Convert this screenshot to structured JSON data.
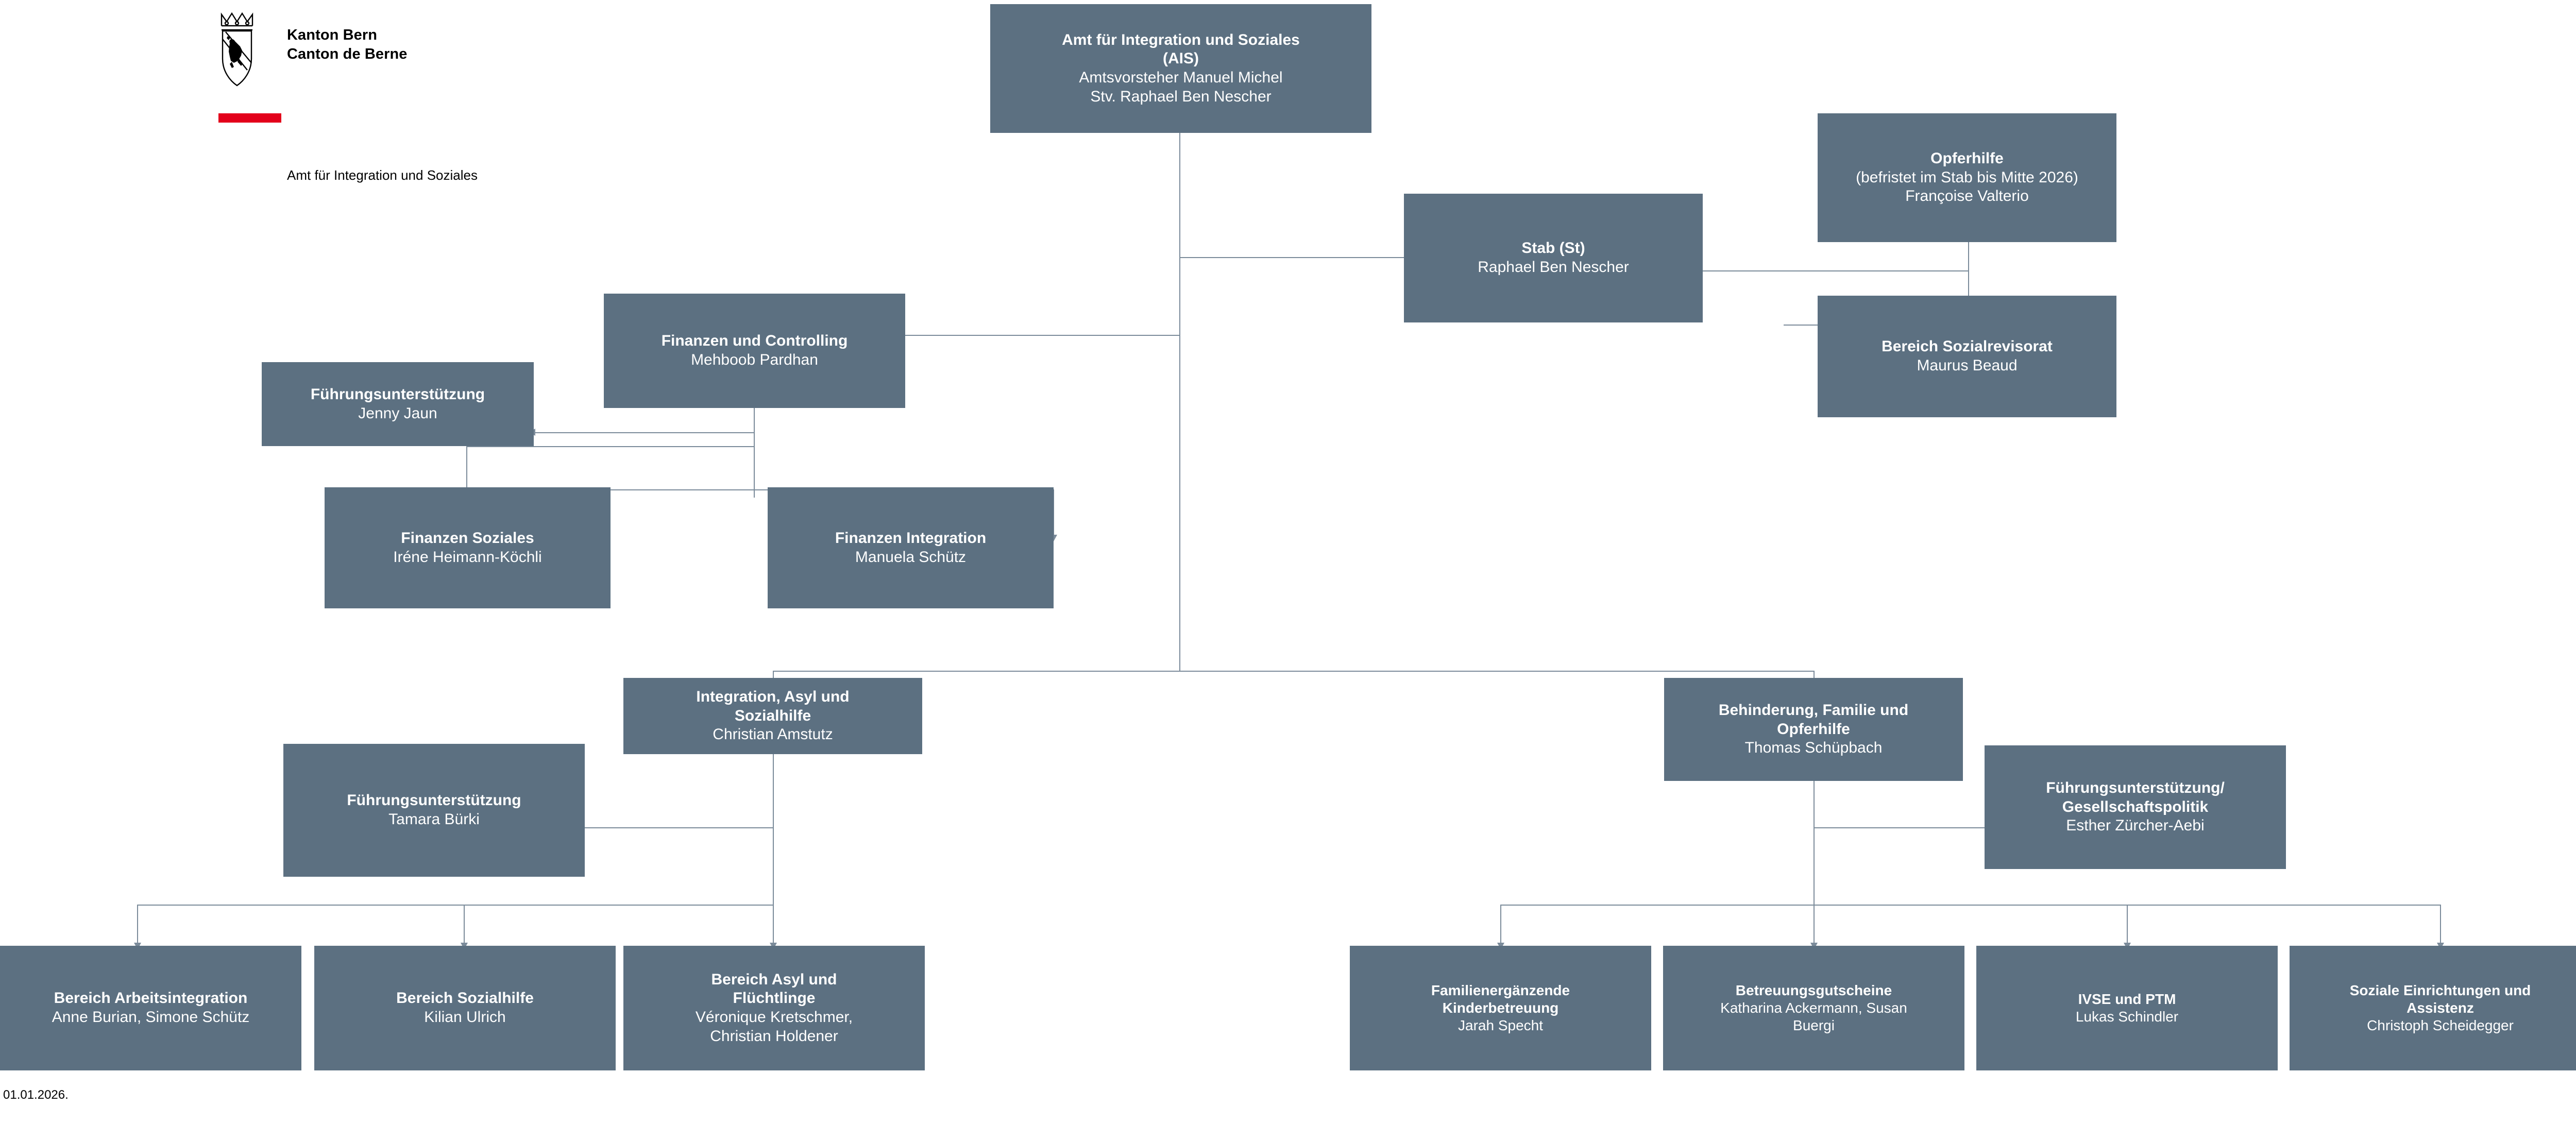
{
  "logo": {
    "emblem_name": "bern-coat-of-arms",
    "line1": "Kanton Bern",
    "line2": "Canton de Berne",
    "subtitle": "Amt für Integration und Soziales",
    "accent_color": "#e3001b"
  },
  "theme": {
    "node_fill": "#5c7081",
    "node_text": "#ffffff",
    "connector": "#7b8b9a",
    "background": "#ffffff"
  },
  "footer": {
    "date": "01.01.2026."
  },
  "chart_data": {
    "type": "diagram",
    "title": "Organigramm Amt für Integration und Soziales (AIS)",
    "nodes": [
      {
        "id": "ais",
        "title": "Amt für Integration und Soziales (AIS)",
        "title_line1": "Amt für Integration und Soziales",
        "title_line2": "(AIS)",
        "person_line1": "Amtsvorsteher Manuel Michel",
        "person_line2": "Stv. Raphael Ben Nescher",
        "level": 0
      },
      {
        "id": "stab",
        "title": "Stab (St)",
        "person": "Raphael Ben Nescher",
        "level": 1,
        "parent": "ais"
      },
      {
        "id": "opferhilfe",
        "title": "Opferhilfe",
        "sub": "(befristet im Stab bis Mitte 2026)",
        "person": "Françoise Valterio",
        "level": 2,
        "parent": "stab"
      },
      {
        "id": "sozialrevisorat",
        "title": "Bereich Sozialrevisorat",
        "person": "Maurus Beaud",
        "level": 2,
        "parent": "stab"
      },
      {
        "id": "finanzen-controlling",
        "title": "Finanzen und Controlling",
        "person": "Mehboob Pardhan",
        "level": 1,
        "parent": "ais"
      },
      {
        "id": "fu-jenny",
        "title": "Führungsunterstützung",
        "person": "Jenny Jaun",
        "level": 2,
        "parent": "finanzen-controlling"
      },
      {
        "id": "finanzen-soziales",
        "title": "Finanzen Soziales",
        "person": "Iréne Heimann-Köchli",
        "level": 2,
        "parent": "finanzen-controlling"
      },
      {
        "id": "finanzen-integration",
        "title": "Finanzen Integration",
        "person": "Manuela Schütz",
        "level": 2,
        "parent": "finanzen-controlling"
      },
      {
        "id": "integration-asyl",
        "title": "Integration, Asyl und Sozialhilfe",
        "title_line1": "Integration, Asyl und",
        "title_line2": "Sozialhilfe",
        "person": "Christian Amstutz",
        "level": 1,
        "parent": "ais"
      },
      {
        "id": "fu-tamara",
        "title": "Führungsunterstützung",
        "person": "Tamara Bürki",
        "level": 2,
        "parent": "integration-asyl"
      },
      {
        "id": "arbeitsintegration",
        "title": "Bereich Arbeitsintegration",
        "person": "Anne Burian, Simone Schütz",
        "level": 2,
        "parent": "integration-asyl"
      },
      {
        "id": "sozialhilfe",
        "title": "Bereich Sozialhilfe",
        "person": "Kilian Ulrich",
        "level": 2,
        "parent": "integration-asyl"
      },
      {
        "id": "asyl-fluechtlinge",
        "title": "Bereich Asyl und Flüchtlinge",
        "title_line1": "Bereich Asyl und",
        "title_line2": "Flüchtlinge",
        "person_line1": "Véronique Kretschmer,",
        "person_line2": "Christian Holdener",
        "level": 2,
        "parent": "integration-asyl"
      },
      {
        "id": "behinderung-familie",
        "title": "Behinderung, Familie und Opferhilfe",
        "title_line1": "Behinderung, Familie und",
        "title_line2": "Opferhilfe",
        "person": "Thomas Schüpbach",
        "level": 1,
        "parent": "ais"
      },
      {
        "id": "fu-esther",
        "title": "Führungsunterstützung/ Gesellschaftspolitik",
        "title_line1": "Führungsunterstützung/",
        "title_line2": "Gesellschaftspolitik",
        "person": "Esther Zürcher-Aebi",
        "level": 2,
        "parent": "behinderung-familie"
      },
      {
        "id": "kinderbetreuung",
        "title": "Familienergänzende Kinderbetreuung",
        "title_line1": "Familienergänzende",
        "title_line2": "Kinderbetreuung",
        "person": "Jarah Specht",
        "level": 2,
        "parent": "behinderung-familie"
      },
      {
        "id": "betreuungsgutscheine",
        "title": "Betreuungsgutscheine",
        "person_line1": "Katharina Ackermann, Susan",
        "person_line2": "Buergi",
        "level": 2,
        "parent": "behinderung-familie"
      },
      {
        "id": "ivse-ptm",
        "title": "IVSE und PTM",
        "person": "Lukas Schindler",
        "level": 2,
        "parent": "behinderung-familie"
      },
      {
        "id": "soziale-einrichtungen",
        "title": "Soziale Einrichtungen und Assistenz",
        "title_line1": "Soziale Einrichtungen und",
        "title_line2": "Assistenz",
        "person": "Christoph Scheidegger",
        "level": 2,
        "parent": "behinderung-familie"
      }
    ]
  }
}
